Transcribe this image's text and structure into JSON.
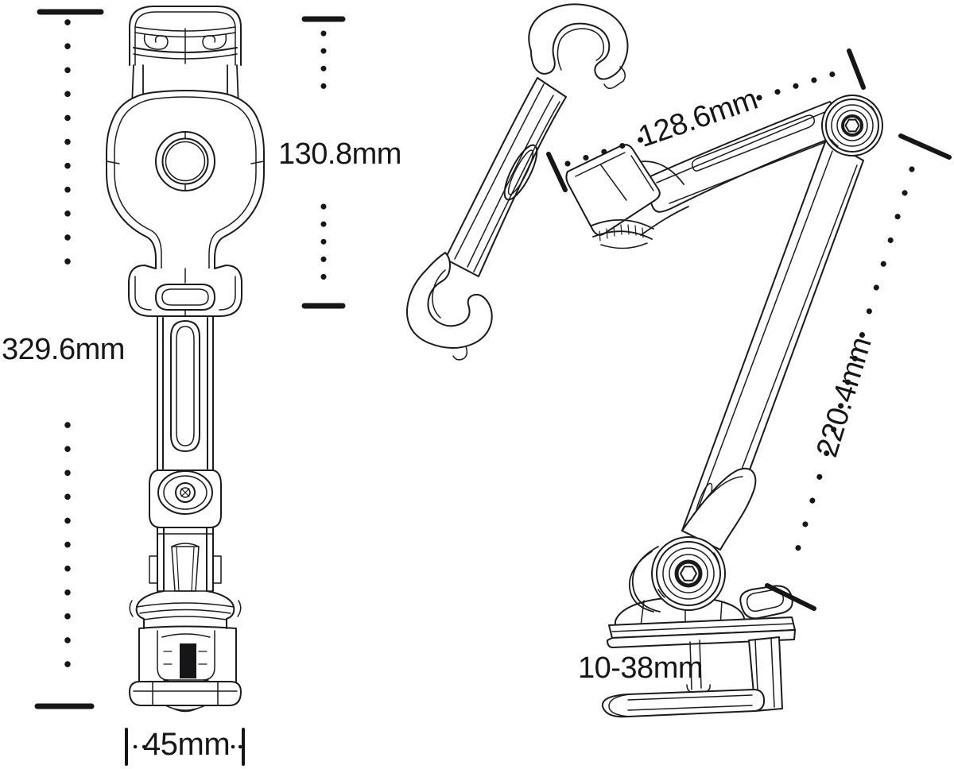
{
  "palette": {
    "ink": "#1b1b1d",
    "background": "#ffffff"
  },
  "diagram": {
    "type": "technical-dimension-drawing",
    "subject": "articulated tablet holder clamp mount, front view and folded side view",
    "dimensions": {
      "total_height": "329.6mm",
      "holder_height": "130.8mm",
      "upper_arm_length": "128.6mm",
      "lower_arm_length": "220.4mm",
      "clamp_range": "10-38mm",
      "base_width": "45mm"
    }
  }
}
